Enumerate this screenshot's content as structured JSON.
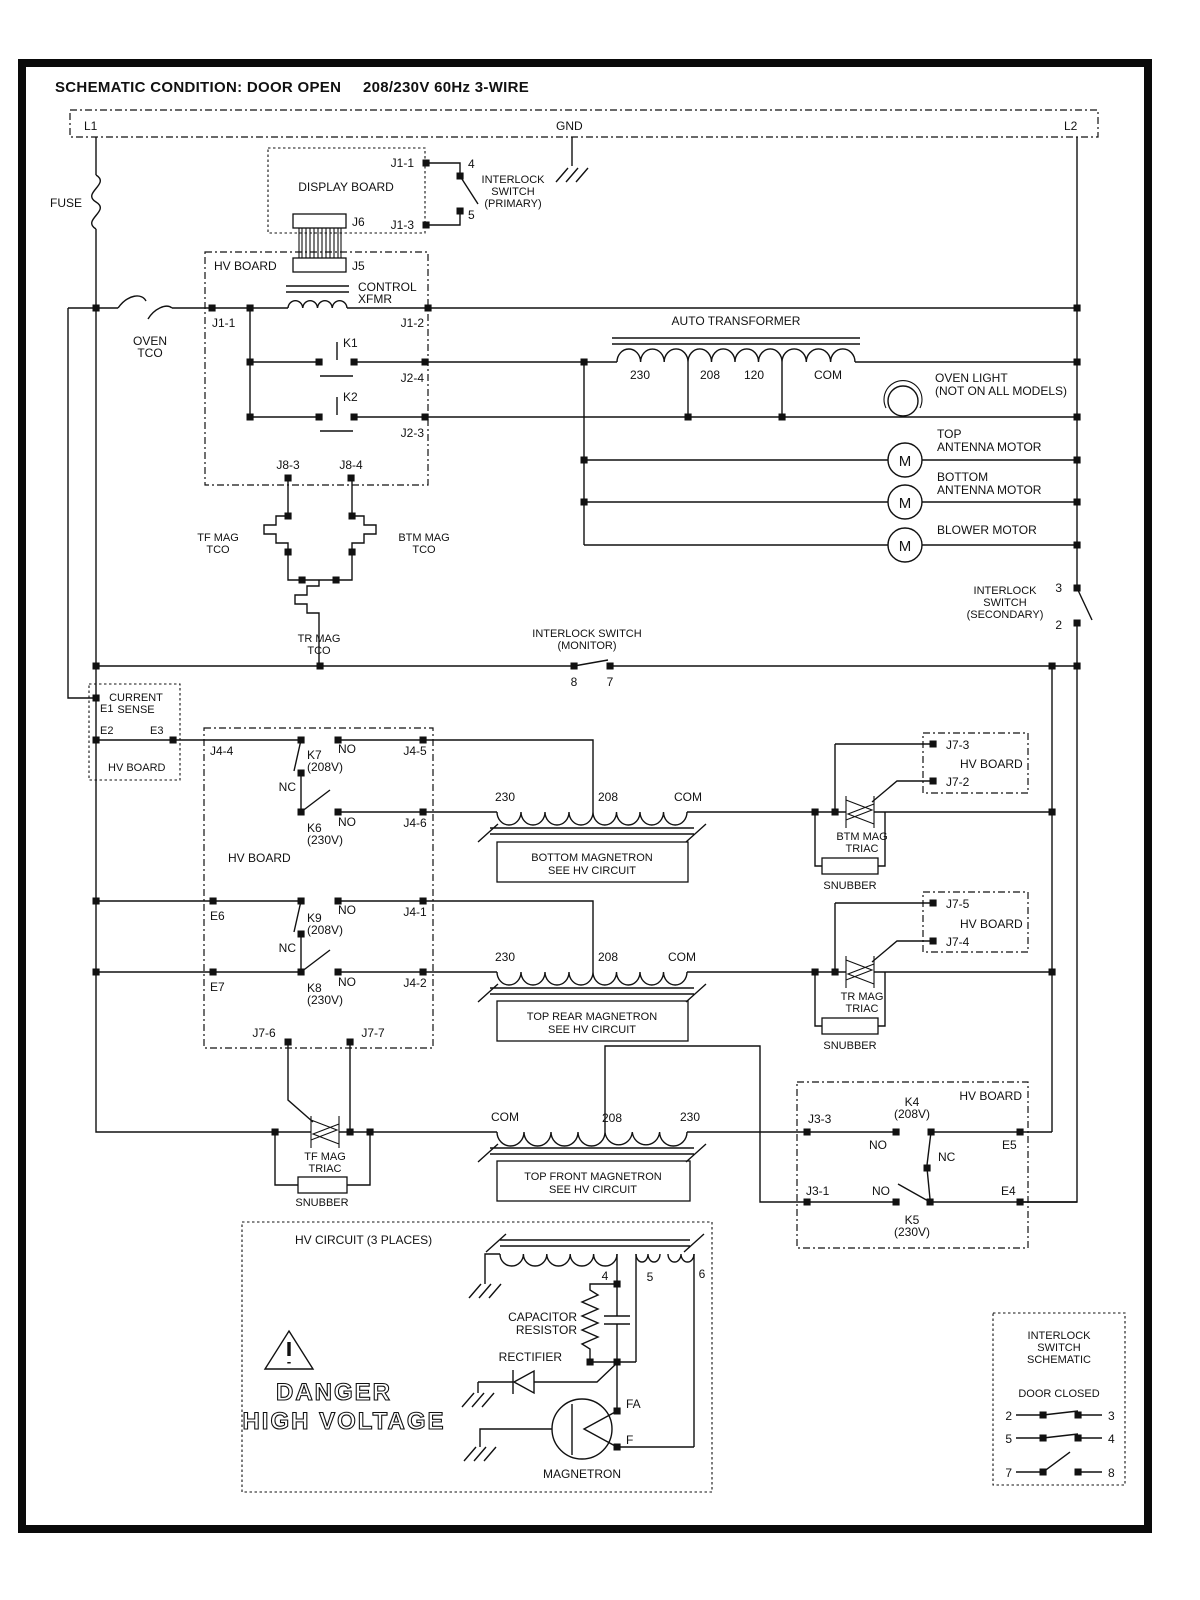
{
  "title": {
    "condition": "SCHEMATIC CONDITION: DOOR OPEN",
    "rating": "208/230V 60Hz 3-WIRE"
  },
  "bus": {
    "l1": "L1",
    "gnd": "GND",
    "l2": "L2"
  },
  "fuse": "FUSE",
  "oven_tco": [
    "OVEN",
    "TCO"
  ],
  "display_board": {
    "title": "DISPLAY BOARD",
    "j1_1": "J1-1",
    "j1_3": "J1-3",
    "j6": "J6",
    "j5": "J5"
  },
  "interlock_primary": {
    "c4": "4",
    "c5": "5",
    "lines": [
      "INTERLOCK",
      "SWITCH",
      "(PRIMARY)"
    ]
  },
  "hv_board_top": {
    "title": "HV BOARD",
    "control_xfmr": [
      "CONTROL",
      "XFMR"
    ],
    "j1_1": "J1-1",
    "j1_2": "J1-2",
    "k1": "K1",
    "j2_4": "J2-4",
    "k2": "K2",
    "j2_3": "J2-3",
    "j8_3": "J8-3",
    "j8_4": "J8-4"
  },
  "auto_transformer": {
    "title": "AUTO TRANSFORMER",
    "taps": [
      "230",
      "208",
      "120",
      "COM"
    ]
  },
  "oven_light": [
    "OVEN LIGHT",
    "(NOT ON ALL MODELS)"
  ],
  "motors": [
    [
      "TOP",
      "ANTENNA MOTOR"
    ],
    [
      "BOTTOM",
      "ANTENNA MOTOR"
    ],
    [
      "BLOWER MOTOR"
    ]
  ],
  "motor_symbol": "M",
  "interlock_secondary": {
    "lines": [
      "INTERLOCK",
      "SWITCH",
      "(SECONDARY)"
    ],
    "c3": "3",
    "c2": "2"
  },
  "monitor_switch": {
    "lines": [
      "INTERLOCK SWITCH",
      "(MONITOR)"
    ],
    "c8": "8",
    "c7": "7"
  },
  "mag_tcos": {
    "tf": [
      "TF MAG",
      "TCO"
    ],
    "btm": [
      "BTM MAG",
      "TCO"
    ],
    "tr": [
      "TR MAG",
      "TCO"
    ]
  },
  "current_sense": {
    "lines": [
      "CURRENT",
      "SENSE"
    ],
    "board": "HV BOARD",
    "e1": "E1",
    "e2": "E2",
    "e3": "E3"
  },
  "hv_board_mid": {
    "title": "HV BOARD",
    "j4_4": "J4-4",
    "k7": [
      "K7",
      "(208V)"
    ],
    "no1": "NO",
    "j4_5": "J4-5",
    "nc1": "NC",
    "k6": [
      "K6",
      "(230V)"
    ],
    "no2": "NO",
    "j4_6": "J4-6",
    "e6": "E6",
    "k9": [
      "K9",
      "(208V)"
    ],
    "no3": "NO",
    "j4_1": "J4-1",
    "nc2": "NC",
    "e7": "E7",
    "k8": [
      "K8",
      "(230V)"
    ],
    "no4": "NO",
    "j4_2": "J4-2",
    "j7_6": "J7-6",
    "j7_7": "J7-7"
  },
  "xfmr_bottom": {
    "taps": [
      "230",
      "208",
      "COM"
    ],
    "box": [
      "BOTTOM MAGNETRON",
      "SEE HV CIRCUIT"
    ]
  },
  "xfmr_top_rear": {
    "taps": [
      "230",
      "208",
      "COM"
    ],
    "box": [
      "TOP REAR MAGNETRON",
      "SEE HV CIRCUIT"
    ]
  },
  "xfmr_top_front": {
    "taps": [
      "COM",
      "208",
      "230"
    ],
    "box": [
      "TOP FRONT MAGNETRON",
      "SEE HV CIRCUIT"
    ]
  },
  "triac_btm": {
    "label": [
      "BTM MAG",
      "TRIAC"
    ],
    "snubber": "SNUBBER"
  },
  "triac_tr": {
    "label": [
      "TR MAG",
      "TRIAC"
    ],
    "snubber": "SNUBBER"
  },
  "triac_tf": {
    "label": [
      "TF MAG",
      "TRIAC"
    ],
    "snubber": "SNUBBER"
  },
  "board_j7a": {
    "j7_3": "J7-3",
    "title": "HV BOARD",
    "j7_2": "J7-2"
  },
  "board_j7b": {
    "j7_5": "J7-5",
    "title": "HV BOARD",
    "j7_4": "J7-4"
  },
  "board_k45": {
    "title": "HV BOARD",
    "k4": [
      "K4",
      "(208V)"
    ],
    "j3_3": "J3-3",
    "no1": "NO",
    "nc": "NC",
    "e5": "E5",
    "j3_1": "J3-1",
    "no2": "NO",
    "e4": "E4",
    "k5": [
      "K5",
      "(230V)"
    ]
  },
  "hv_circuit": {
    "title": "HV CIRCUIT (3 PLACES)",
    "t4": "4",
    "t5": "5",
    "t6": "6",
    "cap_res": [
      "CAPACITOR",
      "RESISTOR"
    ],
    "rectifier": "RECTIFIER",
    "magnetron": "MAGNETRON",
    "fa": "FA",
    "f": "F",
    "danger": [
      "DANGER",
      "HIGH VOLTAGE"
    ]
  },
  "interlock_schematic": {
    "lines": [
      "INTERLOCK",
      "SWITCH",
      "SCHEMATIC"
    ],
    "state": "DOOR CLOSED",
    "rows": [
      {
        "l": "2",
        "r": "3"
      },
      {
        "l": "5",
        "r": "4"
      },
      {
        "l": "7",
        "r": "8"
      }
    ]
  }
}
